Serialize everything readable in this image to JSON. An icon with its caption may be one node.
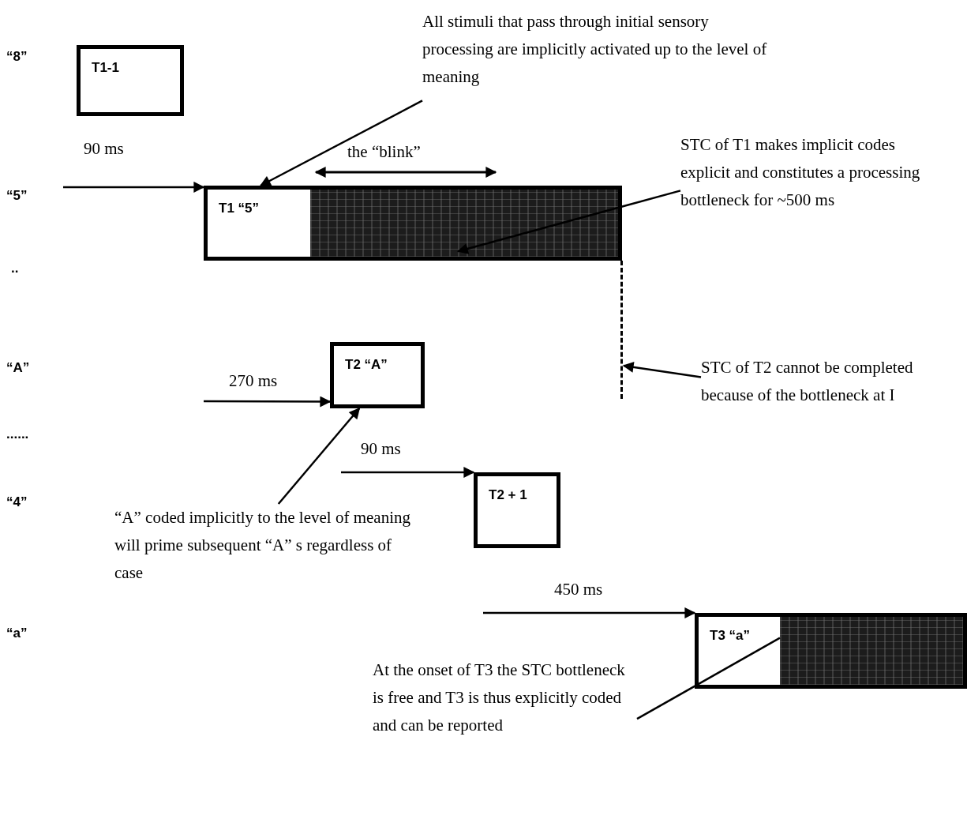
{
  "diagram": {
    "nodes": [
      {
        "text": [
          "T1-1"
        ]
      },
      {
        "text": [
          "T1 “5”"
        ]
      },
      {
        "text": [],
        "shape": "bar",
        "in": 1
      },
      {
        "text": [
          "T2 “A”"
        ]
      },
      {
        "text": [
          "T2 + 1"
        ]
      },
      {
        "text": [
          "T3 “a”"
        ]
      },
      {
        "text": [],
        "shape": "bar",
        "in": 5
      },
      {
        "text": [
          "All stimuli that pass through initial sensory processing are implicitly activated up to the level of meaning"
        ]
      },
      {
        "text": [
          "STC of T1 makes implicit codes explicit and constitutes a processing bottleneck for ~500 ms"
        ]
      },
      {
        "text": [
          "STC of T2 cannot be completed because of the bottleneck at I"
        ]
      },
      {
        "text": [
          "“A” coded implicitly to the level of meaning will prime subsequent “A” s regardless of case"
        ]
      },
      {
        "text": [
          "At the onset of T3 the STC bottleneck is free and T3 is thus explicitly coded and can be reported"
        ]
      },
      {
        "text": [],
        "shape": "line"
      }
    ],
    "edges": [
      {
        "from": 7,
        "to": 1,
        "arrow": "to"
      },
      {
        "from": 8,
        "to": 2,
        "arrow": "to"
      },
      {
        "from": 9,
        "to": 12,
        "arrow": "to"
      },
      {
        "from": 10,
        "to": 3,
        "arrow": "to"
      },
      {
        "from": 11,
        "to": 6,
        "arrow": "none"
      },
      {
        "from": null,
        "to": 1,
        "arrow": "to",
        "label": "90 ms"
      },
      {
        "from": null,
        "to": 3,
        "arrow": "to",
        "label": "270 ms"
      },
      {
        "from": null,
        "to": 4,
        "arrow": "to",
        "label": "90 ms"
      },
      {
        "from": null,
        "to": 5,
        "arrow": "to",
        "label": "450 ms"
      }
    ],
    "labels": [
      "“8”",
      "the “blink”",
      "“5”",
      "..",
      "“A”",
      "......",
      "“4”",
      "“a”"
    ]
  }
}
